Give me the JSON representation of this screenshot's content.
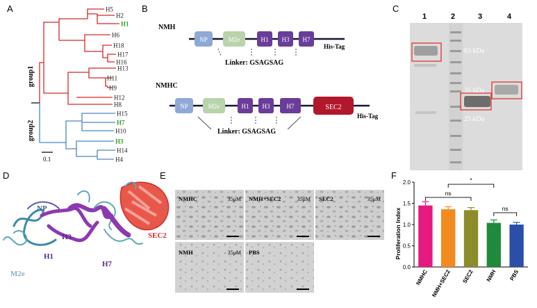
{
  "panels": {
    "A": {
      "label": "A",
      "group1": "group1",
      "group2": "group2",
      "scale": "0.1",
      "leaves": [
        "H5",
        "H2",
        "H1",
        "H6",
        "H18",
        "H17",
        "H16",
        "H13",
        "H11",
        "H9",
        "H12",
        "H8",
        "H15",
        "H7",
        "H10",
        "H3",
        "H14",
        "H4"
      ],
      "highlight": [
        "H1",
        "H7",
        "H3"
      ],
      "colors": {
        "group1": "#d62728",
        "group2": "#4a86c8",
        "highlight": "#2ca02c"
      }
    },
    "B": {
      "label": "B",
      "nmh": {
        "name": "NMH",
        "segments": [
          "NP",
          "M2e",
          "H1",
          "H3",
          "H7"
        ],
        "tag": "His-Tag",
        "linker": "Linker: GSAGSAG"
      },
      "nmhc": {
        "name": "NMHC",
        "segments": [
          "NP",
          "M2e",
          "H1",
          "H3",
          "H7",
          "SEC2"
        ],
        "tag": "His-Tag",
        "linker": "Linker: GSAGSAG"
      },
      "colors": {
        "NP": "#8fa9d6",
        "M2e": "#b9d3ab",
        "H": "#6a3d9a",
        "SEC2": "#b2182b"
      }
    },
    "C": {
      "label": "C",
      "lanes": [
        "1",
        "2",
        "3",
        "4"
      ],
      "markers": [
        "63 kDa",
        "35 kDa",
        "25 kDa"
      ]
    },
    "D": {
      "label": "D",
      "labels": {
        "NP": "NP",
        "H3": "H3",
        "H1": "H1",
        "M2e": "M2e",
        "H7": "H7",
        "SEC2": "SEC2"
      }
    },
    "E": {
      "label": "E",
      "images": [
        {
          "name": "NMHC",
          "conc": "35μM"
        },
        {
          "name": "NMH+SEC2",
          "conc": "35μM"
        },
        {
          "name": "SEC2",
          "conc": "35μM"
        },
        {
          "name": "NMH",
          "conc": "35μM"
        },
        {
          "name": "PBS",
          "conc": ""
        }
      ]
    },
    "F": {
      "label": "F",
      "chart_data": {
        "type": "bar",
        "categories": [
          "NMHC",
          "NMH+SEC2",
          "SEC2",
          "NMH",
          "PBS"
        ],
        "values": [
          1.45,
          1.36,
          1.34,
          1.04,
          1.0
        ],
        "errors": [
          0.09,
          0.06,
          0.06,
          0.07,
          0.05
        ],
        "colors": [
          "#e6197f",
          "#f28a1f",
          "#8c8c2a",
          "#1f8a3a",
          "#2b4fa8"
        ],
        "ylabel": "Proliferation Index",
        "ylim": [
          0,
          2.0
        ],
        "yticks": [
          "0.0",
          "0.5",
          "1.0",
          "1.5",
          "2.0"
        ],
        "annotations": [
          {
            "text": "ns",
            "from": "NMHC",
            "to": "SEC2"
          },
          {
            "text": "*",
            "from": "NMH+SEC2",
            "to": "NMH"
          },
          {
            "text": "ns",
            "from": "NMH",
            "to": "PBS"
          }
        ]
      }
    }
  }
}
